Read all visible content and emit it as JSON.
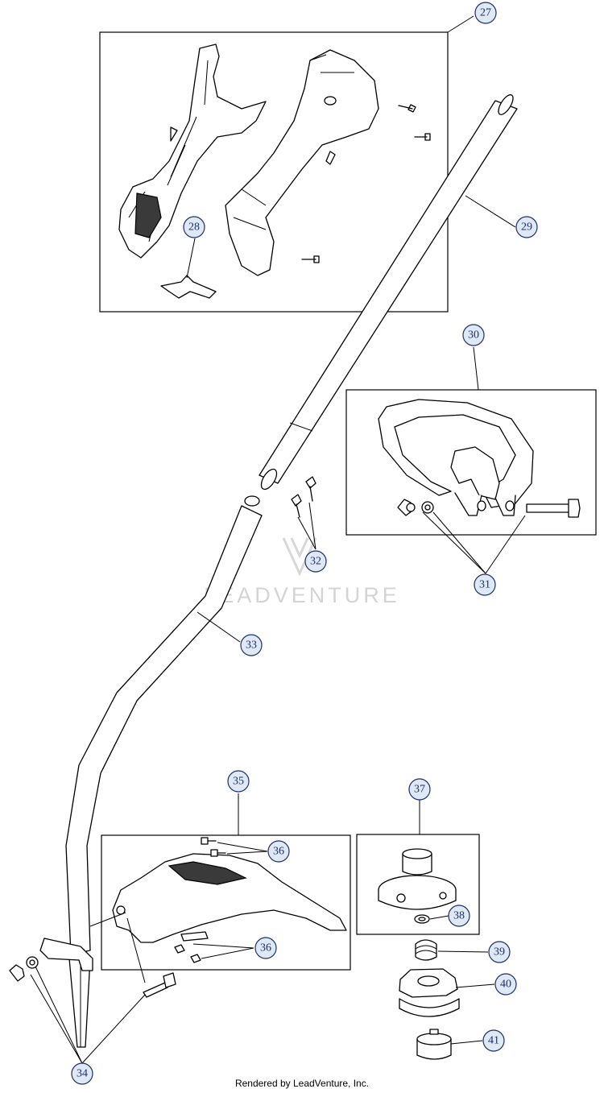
{
  "callouts": [
    {
      "id": "c27",
      "label": "27"
    },
    {
      "id": "c28",
      "label": "28"
    },
    {
      "id": "c29",
      "label": "29"
    },
    {
      "id": "c30",
      "label": "30"
    },
    {
      "id": "c31",
      "label": "31"
    },
    {
      "id": "c32",
      "label": "32"
    },
    {
      "id": "c33",
      "label": "33"
    },
    {
      "id": "c34",
      "label": "34"
    },
    {
      "id": "c35",
      "label": "35"
    },
    {
      "id": "c36a",
      "label": "36"
    },
    {
      "id": "c36b",
      "label": "36"
    },
    {
      "id": "c37",
      "label": "37"
    },
    {
      "id": "c38",
      "label": "38"
    },
    {
      "id": "c39",
      "label": "39"
    },
    {
      "id": "c40",
      "label": "40"
    },
    {
      "id": "c41",
      "label": "41"
    }
  ],
  "watermark": "LEADVENTURE",
  "footer": "Rendered by LeadVenture, Inc."
}
